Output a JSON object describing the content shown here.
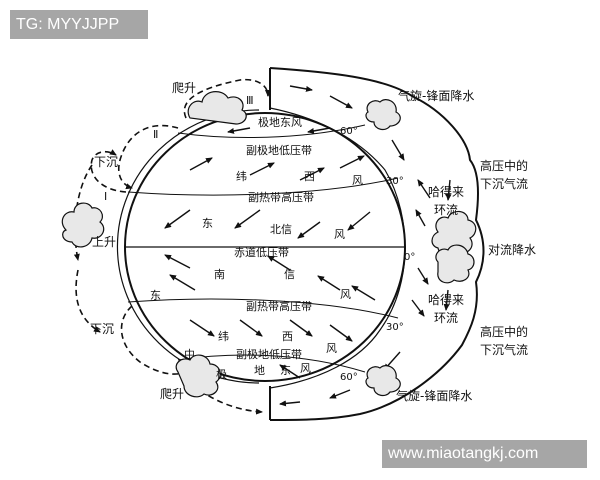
{
  "watermark_top_left": "TG: MYYJJPP",
  "watermark_bottom_right": "www.miaotangkj.com",
  "left": {
    "rise_top": "爬升",
    "cell_III": "Ⅲ",
    "cell_II": "Ⅱ",
    "cell_I": "Ⅰ",
    "sink_top": "下沉",
    "rise_mid": "上升",
    "sink_bottom": "下沉",
    "rise_bottom": "爬升"
  },
  "globe": {
    "polar_easterlies_n": "极地东风",
    "subpolar_low_n": "副极地低压带",
    "westerlies_n": [
      "纬",
      "西",
      "风"
    ],
    "subtropical_high_n": "副热带高压带",
    "trade_n": [
      "东",
      "北信",
      "风"
    ],
    "equatorial_low": "赤道低压带",
    "trade_s": [
      "南",
      "信",
      "东",
      "风"
    ],
    "subtropical_high_s": "副热带高压带",
    "westerlies_s": [
      "纬",
      "西",
      "中",
      "风"
    ],
    "subpolar_low_s": "副极地低压带",
    "polar_easterlies_s": [
      "极",
      "地",
      "东",
      "风"
    ]
  },
  "latitudes": [
    "60°",
    "30°",
    "0°",
    "30°",
    "60°"
  ],
  "right": {
    "cyclone_top": "气旋-锋面降水",
    "high_top": [
      "高压中的",
      "下沉气流"
    ],
    "hadley_top": [
      "哈得来",
      "环流"
    ],
    "convection": "对流降水",
    "hadley_bottom": [
      "哈得来",
      "环流"
    ],
    "high_bottom": [
      "高压中的",
      "下沉气流"
    ],
    "cyclone_bottom": "气旋-锋面降水"
  }
}
